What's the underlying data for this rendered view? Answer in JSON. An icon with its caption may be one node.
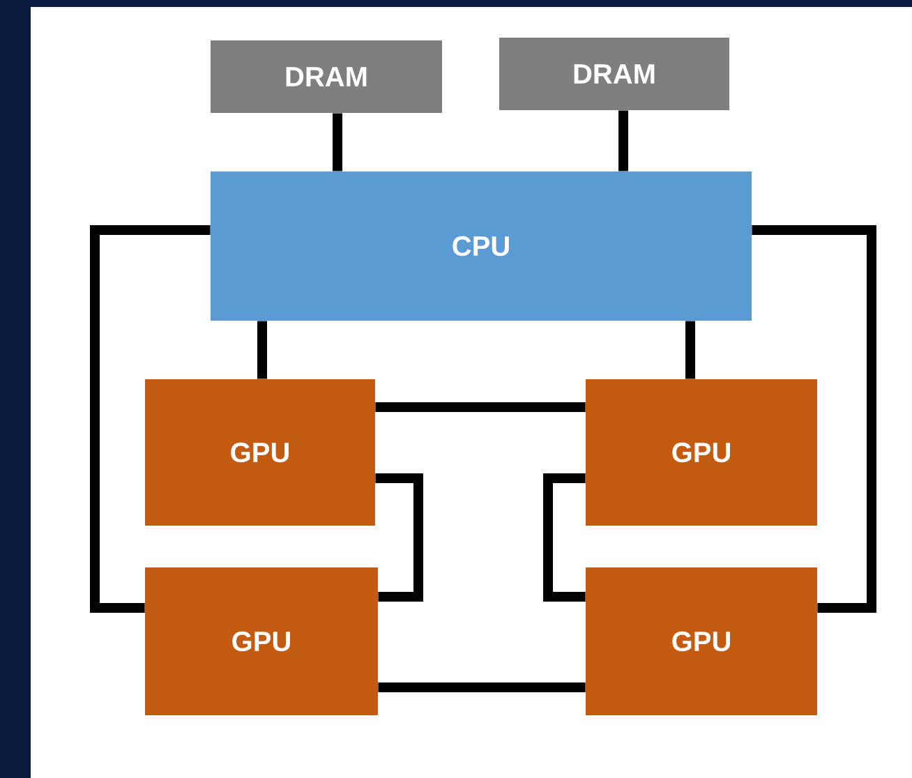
{
  "diagram": {
    "nodes": [
      {
        "text": [
          "DRAM"
        ]
      },
      {
        "text": [
          "DRAM"
        ]
      },
      {
        "text": [
          "CPU"
        ]
      },
      {
        "text": [
          "GPU"
        ]
      },
      {
        "text": [
          "GPU"
        ]
      },
      {
        "text": [
          "GPU"
        ]
      },
      {
        "text": [
          "GPU"
        ]
      }
    ],
    "edges": [
      {
        "from": 0,
        "to": 2,
        "arrow": "none"
      },
      {
        "from": 1,
        "to": 2,
        "arrow": "none"
      },
      {
        "from": 2,
        "to": 3,
        "arrow": "none"
      },
      {
        "from": 2,
        "to": 4,
        "arrow": "none"
      },
      {
        "from": 2,
        "to": 5,
        "arrow": "none"
      },
      {
        "from": 2,
        "to": 6,
        "arrow": "none"
      },
      {
        "from": 3,
        "to": 4,
        "arrow": "none"
      },
      {
        "from": 3,
        "to": 5,
        "arrow": "none"
      },
      {
        "from": 4,
        "to": 6,
        "arrow": "none"
      },
      {
        "from": 5,
        "to": 6,
        "arrow": "none"
      }
    ]
  }
}
